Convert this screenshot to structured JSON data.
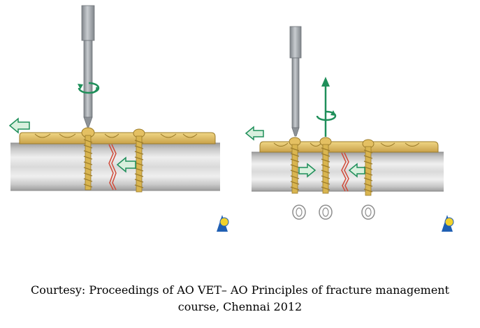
{
  "caption": {
    "line1": "Courtesy: Proceedings of AO VET– AO Principles of fracture management",
    "line2": "course, Chennai 2012"
  },
  "panels": [
    {
      "name": "left",
      "description_icons": [
        "screwdriver-icon",
        "rotation-arrow-icon",
        "plate-shift-arrow-icon",
        "fracture-compression-arrow-icon",
        "ao-logo-icon"
      ]
    },
    {
      "name": "right",
      "description_icons": [
        "screwdriver-icon",
        "rotation-arrow-icon",
        "lift-arrow-icon",
        "compression-arrow-icon",
        "screw-hole-icon",
        "ao-logo-icon"
      ]
    }
  ],
  "colors": {
    "bone_outer": "#b6b6b6",
    "bone_inner": "#e2e2e2",
    "plate": "#e2c466",
    "plate_edge": "#9c7c2a",
    "screw": "#d9b550",
    "driver": "#9fa3a8",
    "arrow_green": "#1f8f5a",
    "arrow_fill": "#d9f0de",
    "fracture": "#d14b3a"
  }
}
